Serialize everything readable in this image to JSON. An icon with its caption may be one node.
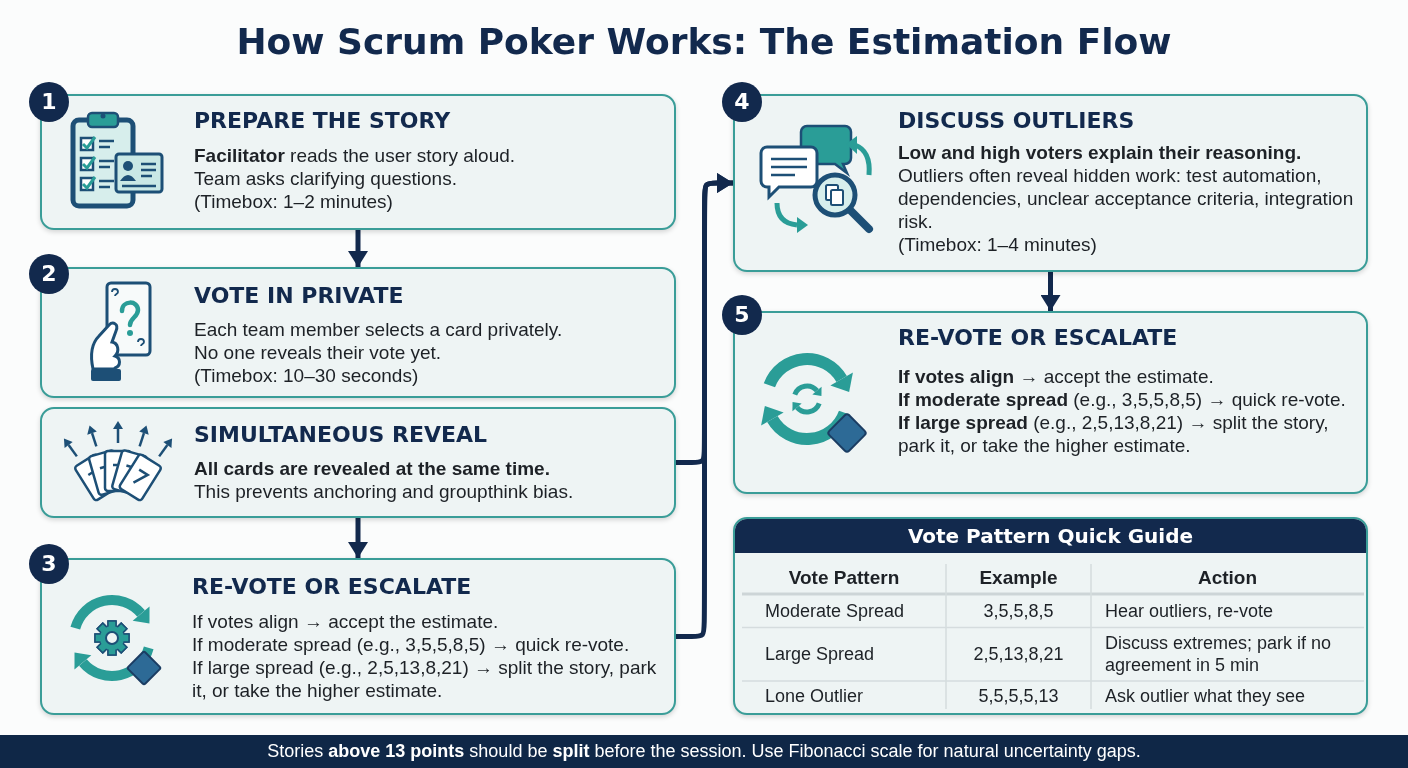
{
  "diagram": {
    "title": "How Scrum Poker Works: The Estimation Flow",
    "caption": "Stories **above 13 points** should be **split** before the session. Use Fibonacci scale for natural uncertainty gaps.",
    "nodes": [
      {
        "text": [
          "1",
          "PREPARE THE STORY",
          "**Facilitator** reads the user story aloud.",
          "Team asks clarifying questions.",
          "(Timebox: 1–2 minutes)"
        ]
      },
      {
        "text": [
          "2",
          "VOTE IN PRIVATE",
          "Each team member selects a card privately.",
          "No one reveals their vote yet.",
          "(Timebox: 10–30 seconds)"
        ]
      },
      {
        "text": [
          "SIMULTANEOUS REVEAL",
          "All cards are revealed at the same time.",
          "This prevents anchoring and groupthink bias."
        ]
      },
      {
        "text": [
          "3",
          "RE-VOTE OR ESCALATE",
          "If votes align → accept the estimate.",
          "If moderate spread (e.g., 3,5,5,8,5) → quick re-vote.",
          "If large spread (e.g., 2,5,13,8,21) → split the story, park it, or take the higher estimate."
        ]
      },
      {
        "text": [
          "4",
          "DISCUSS OUTLIERS",
          "Low and high voters explain their reasoning.",
          "Outliers often reveal hidden work: test automation, dependencies, unclear acceptance criteria, integration risk.",
          "(Timebox: 1–4 minutes)"
        ]
      },
      {
        "text": [
          "5",
          "RE-VOTE OR ESCALATE",
          "**If votes align** → accept the estimate.",
          "**If moderate spread** (e.g., 3,5,5,8,5) → quick re-vote. **If large spread** (e.g., 2,5,13,8,21) → split the story, park it, or take the higher estimate."
        ]
      },
      {
        "text": [
          "Vote Pattern Quick Guide"
        ]
      }
    ],
    "edges": [
      {
        "from": 0,
        "to": 1,
        "arrow": "to"
      },
      {
        "from": 2,
        "to": 3,
        "arrow": "to"
      },
      {
        "from": 2,
        "to": 4,
        "arrow": "to"
      },
      {
        "from": 3,
        "to": 4,
        "arrow": "to"
      },
      {
        "from": 4,
        "to": 5,
        "arrow": "to"
      }
    ],
    "labels": [
      "Vote Pattern",
      "Example",
      "Action",
      "Moderate Spread",
      "3,5,5,8,5",
      "Hear outliers, re-vote",
      "Large Spread",
      "2,5,13,8,21",
      "Discuss extremes; park if no agreement in 5 min",
      "Lone Outlier",
      "5,5,5,5,13",
      "Ask outlier what they see"
    ]
  }
}
